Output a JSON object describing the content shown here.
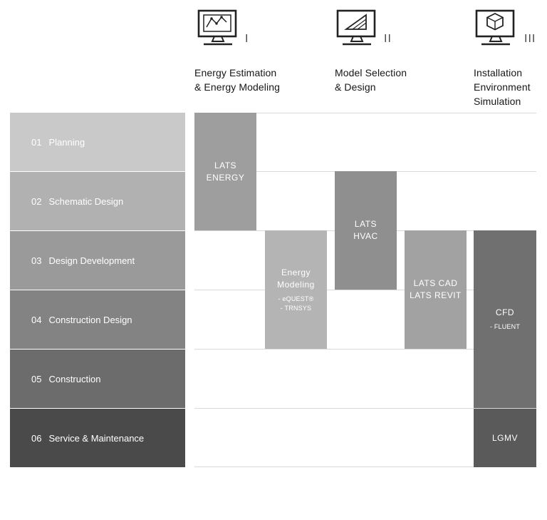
{
  "columns": [
    {
      "numeral": "I",
      "title": "Energy Estimation\n& Energy Modeling",
      "icon": "monitor-line-chart-icon"
    },
    {
      "numeral": "II",
      "title": "Model Selection\n& Design",
      "icon": "monitor-set-square-icon"
    },
    {
      "numeral": "III",
      "title": "Installation\nEnvironment\nSimulation",
      "icon": "monitor-cube-icon"
    }
  ],
  "phases": [
    {
      "number": "01",
      "label": "Planning",
      "color": "#c9c9c9"
    },
    {
      "number": "02",
      "label": "Schematic Design",
      "color": "#b1b1b1"
    },
    {
      "number": "03",
      "label": "Design Development",
      "color": "#9a9a9a"
    },
    {
      "number": "04",
      "label": "Construction Design",
      "color": "#838383"
    },
    {
      "number": "05",
      "label": "Construction",
      "color": "#6c6c6c"
    },
    {
      "number": "06",
      "label": "Service & Maintenance",
      "color": "#4a4a4a"
    }
  ],
  "bars": [
    {
      "label": "LATS\nENERGY",
      "sub": "",
      "color": "#9e9e9e"
    },
    {
      "label": "Energy\nModeling",
      "sub": "- eQUEST®\n- TRNSYS",
      "color": "#b4b4b4"
    },
    {
      "label": "LATS\nHVAC",
      "sub": "",
      "color": "#8f8f8f"
    },
    {
      "label": "LATS CAD\nLATS REVIT",
      "sub": "",
      "color": "#a2a2a2"
    },
    {
      "label": "CFD",
      "sub": "- FLUENT",
      "color": "#707070"
    },
    {
      "label": "LGMV",
      "sub": "",
      "color": "#5a5a5a"
    }
  ],
  "colors": {
    "gridline": "#d9d9d9",
    "icon_stroke": "#222222",
    "header_text": "#161616",
    "numeral_text": "#4a4a4a",
    "bar_text": "#ffffff"
  }
}
